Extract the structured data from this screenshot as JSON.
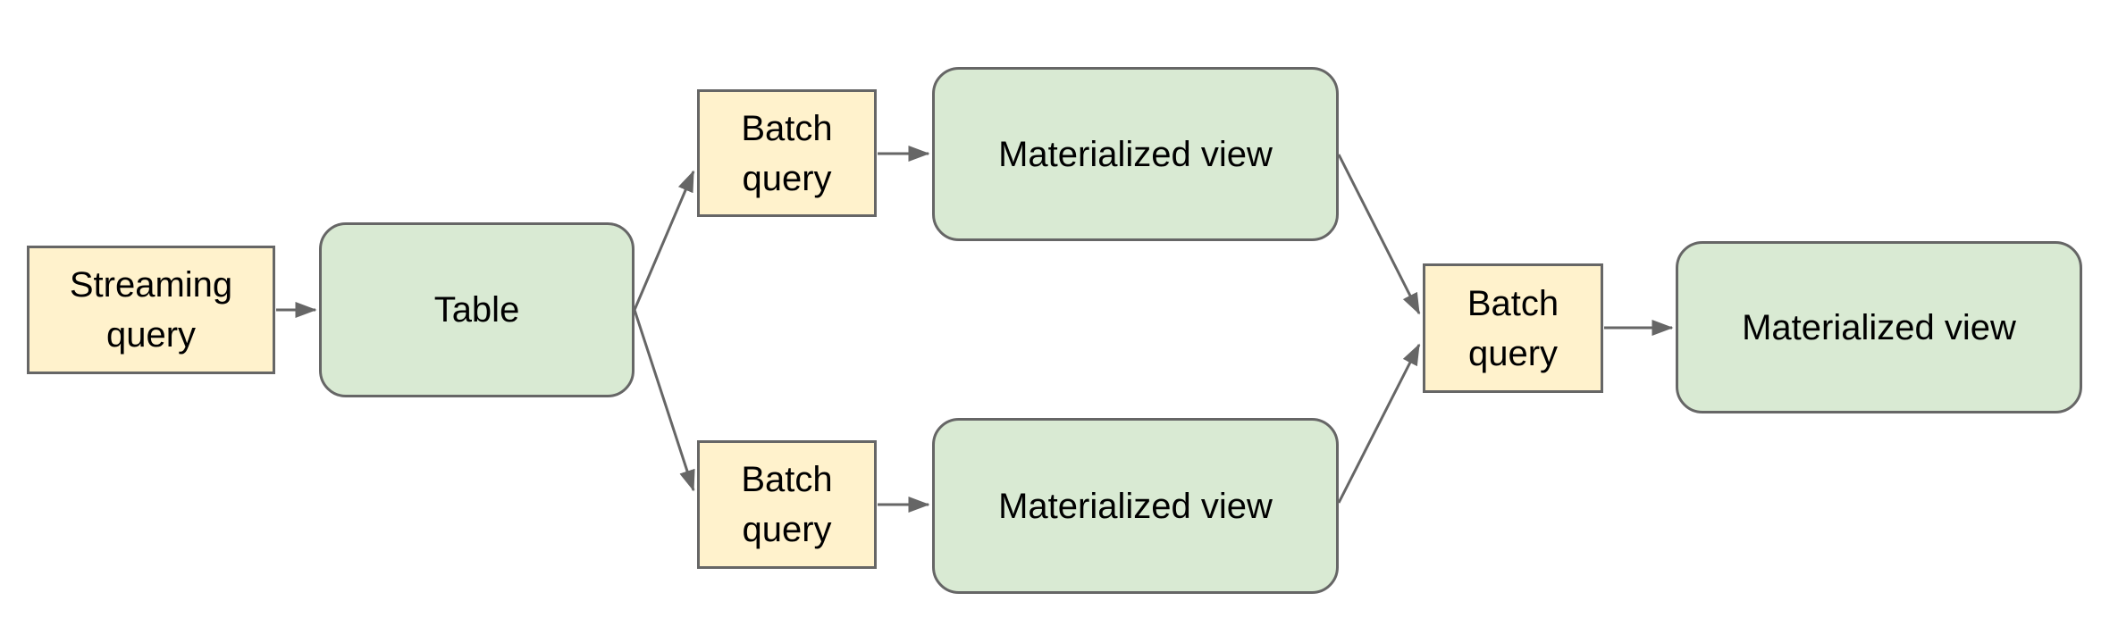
{
  "colors": {
    "background": "#ffffff",
    "query_fill": "#fff2cc",
    "view_fill": "#d9ead3",
    "border": "#666666",
    "arrow": "#666666",
    "text": "#000000"
  },
  "nodes": [
    {
      "id": "streaming-query",
      "label": "Streaming query",
      "kind": "query"
    },
    {
      "id": "table",
      "label": "Table",
      "kind": "store"
    },
    {
      "id": "batch-query-top",
      "label": "Batch query",
      "kind": "query"
    },
    {
      "id": "materialized-view-top",
      "label": "Materialized view",
      "kind": "store"
    },
    {
      "id": "batch-query-bottom",
      "label": "Batch query",
      "kind": "query"
    },
    {
      "id": "materialized-view-bottom",
      "label": "Materialized view",
      "kind": "store"
    },
    {
      "id": "batch-query-right",
      "label": "Batch query",
      "kind": "query"
    },
    {
      "id": "materialized-view-right",
      "label": "Materialized view",
      "kind": "store"
    }
  ],
  "edges": [
    {
      "from": "streaming-query",
      "to": "table"
    },
    {
      "from": "table",
      "to": "batch-query-top"
    },
    {
      "from": "table",
      "to": "batch-query-bottom"
    },
    {
      "from": "batch-query-top",
      "to": "materialized-view-top"
    },
    {
      "from": "batch-query-bottom",
      "to": "materialized-view-bottom"
    },
    {
      "from": "materialized-view-top",
      "to": "batch-query-right"
    },
    {
      "from": "materialized-view-bottom",
      "to": "batch-query-right"
    },
    {
      "from": "batch-query-right",
      "to": "materialized-view-right"
    }
  ]
}
